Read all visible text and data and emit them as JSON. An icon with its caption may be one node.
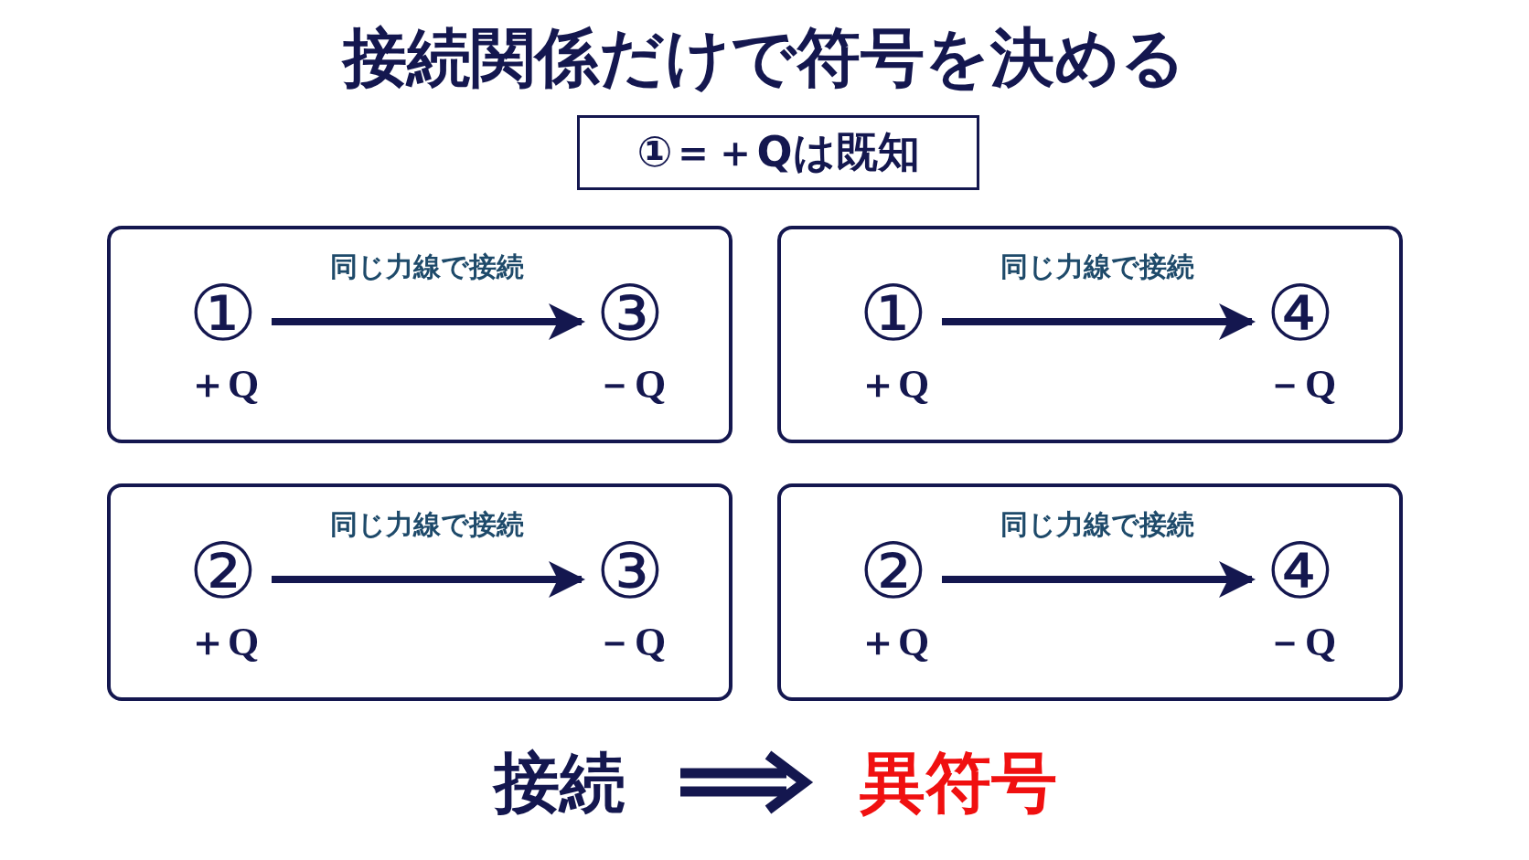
{
  "diagram": {
    "title": "接続関係だけで符号を決める",
    "nodes": [
      {
        "text": [
          "①＝＋Qは既知"
        ]
      },
      {
        "text": [],
        "shape": "box"
      },
      {
        "text": [
          "①"
        ],
        "in": 1,
        "beside": [
          "＋Q"
        ]
      },
      {
        "text": [
          "③"
        ],
        "in": 1,
        "beside": [
          "－Q"
        ]
      },
      {
        "text": [],
        "shape": "box"
      },
      {
        "text": [
          "①"
        ],
        "in": 4,
        "beside": [
          "＋Q"
        ]
      },
      {
        "text": [
          "④"
        ],
        "in": 4,
        "beside": [
          "－Q"
        ]
      },
      {
        "text": [],
        "shape": "box"
      },
      {
        "text": [
          "②"
        ],
        "in": 7,
        "beside": [
          "＋Q"
        ]
      },
      {
        "text": [
          "③"
        ],
        "in": 7,
        "beside": [
          "－Q"
        ]
      },
      {
        "text": [],
        "shape": "box"
      },
      {
        "text": [
          "②"
        ],
        "in": 10,
        "beside": [
          "＋Q"
        ]
      },
      {
        "text": [
          "④"
        ],
        "in": 10,
        "beside": [
          "－Q"
        ]
      },
      {
        "text": [
          "接続"
        ]
      },
      {
        "text": [
          "異符号"
        ]
      }
    ],
    "edges": [
      {
        "from": 2,
        "to": 3,
        "arrow": "to",
        "label": "同じ力線で接続"
      },
      {
        "from": 5,
        "to": 6,
        "arrow": "to",
        "label": "同じ力線で接続"
      },
      {
        "from": 8,
        "to": 9,
        "arrow": "to",
        "label": "同じ力線で接続"
      },
      {
        "from": 11,
        "to": 12,
        "arrow": "to",
        "label": "同じ力線で接続"
      },
      {
        "from": 13,
        "to": 14,
        "arrow": "to"
      }
    ]
  }
}
